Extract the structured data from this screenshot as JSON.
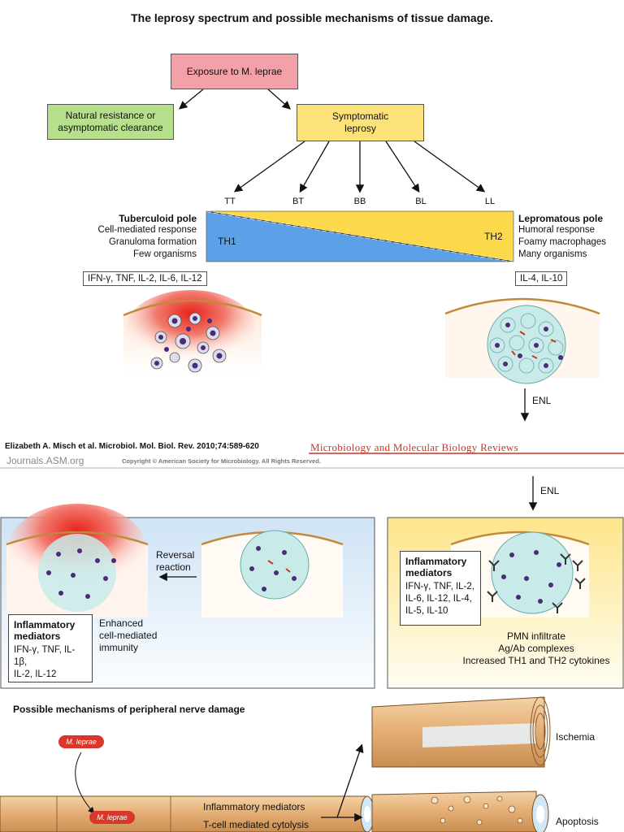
{
  "title": "The leprosy spectrum and possible mechanisms of tissue damage.",
  "flow": {
    "exposure": "Exposure to M. leprae",
    "resistance_l1": "Natural resistance or",
    "resistance_l2": "asymptomatic clearance",
    "symptomatic_l1": "Symptomatic",
    "symptomatic_l2": "leprosy"
  },
  "stages": [
    "TT",
    "BT",
    "BB",
    "BL",
    "LL"
  ],
  "tuberculoid": {
    "title": "Tuberculoid pole",
    "lines": [
      "Cell-mediated response",
      "Granuloma formation",
      "Few organisms"
    ],
    "cytokines": "IFN-γ, TNF, IL-2, IL-6, IL-12",
    "th": "TH1"
  },
  "lepromatous": {
    "title": "Lepromatous pole",
    "lines": [
      "Humoral response",
      "Foamy macrophages",
      "Many organisms"
    ],
    "cytokines": "IL-4, IL-10",
    "th": "TH2"
  },
  "enl_label": "ENL",
  "citation": "Elizabeth A. Misch et al. Microbiol. Mol. Biol. Rev. 2010;74:589-620",
  "journal": "Microbiology and Molecular Biology Reviews",
  "journals_site": "Journals.ASM.org",
  "copyright": "Copyright © American Society for Microbiology. All Rights Reserved.",
  "left_panel": {
    "reversal_l1": "Reversal",
    "reversal_l2": "reaction",
    "enhanced_l1": "Enhanced",
    "enhanced_l2": "cell-mediated",
    "enhanced_l3": "immunity",
    "inflam_title_l1": "Inflammatory",
    "inflam_title_l2": "mediators",
    "inflam_l1": "IFN-γ, TNF, IL-1β,",
    "inflam_l2": "IL-2,  IL-12"
  },
  "right_panel": {
    "inflam_title_l1": "Inflammatory",
    "inflam_title_l2": "mediators",
    "inflam_l1": "IFN-γ, TNF, IL-2,",
    "inflam_l2": "IL-6,  IL-12, IL-4,",
    "inflam_l3": "IL-5, IL-10",
    "pmn": "PMN infiltrate",
    "agab": "Ag/Ab complexes",
    "increased": "Increased TH1 and TH2 cytokines"
  },
  "nerve": {
    "heading": "Possible mechanisms of peripheral nerve damage",
    "mleprae": "M. leprae",
    "mleprae2": "M. leprae",
    "inflam_mediators": "Inflammatory mediators",
    "tcell": "T-cell mediated cytolysis",
    "ischemia": "Ischemia",
    "apoptosis": "Apoptosis"
  },
  "colors": {
    "exposure_fill": "#f4a0a8",
    "resistance_fill": "#b7e08c",
    "symptomatic_fill": "#fde27a",
    "th1_blue": "#5ca0e8",
    "th2_yellow": "#fcd94a",
    "cell_nucleus": "#4b2a7a",
    "cell_body": "#c8ebea",
    "skin_line": "#c08a3a",
    "nerve_tan": "#e6b47c",
    "journal_red": "#c0392b"
  }
}
